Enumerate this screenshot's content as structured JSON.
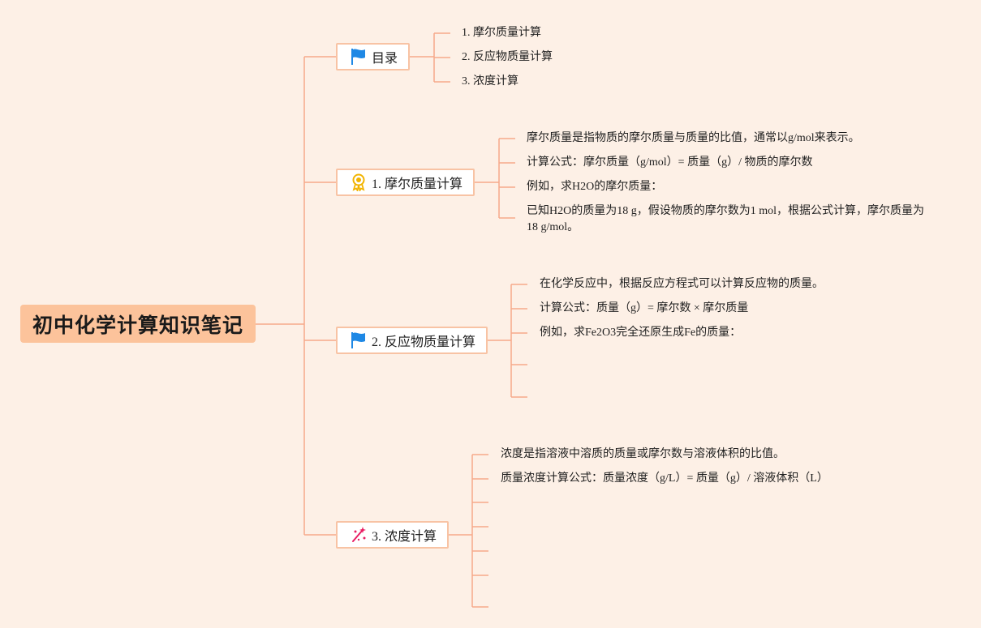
{
  "root": {
    "title": "初中化学计算知识笔记"
  },
  "toc": {
    "label": "目录",
    "icon": "flag-icon",
    "items": [
      "1. 摩尔质量计算",
      "2. 反应物质量计算",
      "3. 浓度计算"
    ]
  },
  "section1": {
    "label": "1. 摩尔质量计算",
    "icon": "award-ribbon-icon",
    "items": [
      "摩尔质量是指物质的摩尔质量与质量的比值，通常以g/mol来表示。",
      "计算公式：摩尔质量（g/mol）= 质量（g）/ 物质的摩尔数",
      "例如，求H2O的摩尔质量：",
      "已知H2O的质量为18 g，假设物质的摩尔数为1 mol，根据公式计算，摩尔质量为18 g/mol。"
    ]
  },
  "section2": {
    "label": "2. 反应物质量计算",
    "icon": "flag-icon",
    "items": [
      "在化学反应中，根据反应方程式可以计算反应物的质量。",
      "计算公式：质量（g）= 摩尔数 × 摩尔质量",
      "例如，求Fe2O3完全还原生成Fe的质量：",
      "",
      ""
    ]
  },
  "section3": {
    "label": "3. 浓度计算",
    "icon": "sparkle-icon",
    "items": [
      "浓度是指溶液中溶质的质量或摩尔数与溶液体积的比值。",
      "质量浓度计算公式：质量浓度（g/L）= 质量（g）/ 溶液体积（L）",
      "",
      "",
      "",
      "",
      ""
    ]
  },
  "colors": {
    "background": "#fdf0e6",
    "root_fill": "#fcc39b",
    "connector": "#f6a98a",
    "node_border": "#f8c3a4",
    "flag": "#1e88e5",
    "award": "#f2b400",
    "sparkle": "#e91e63"
  }
}
